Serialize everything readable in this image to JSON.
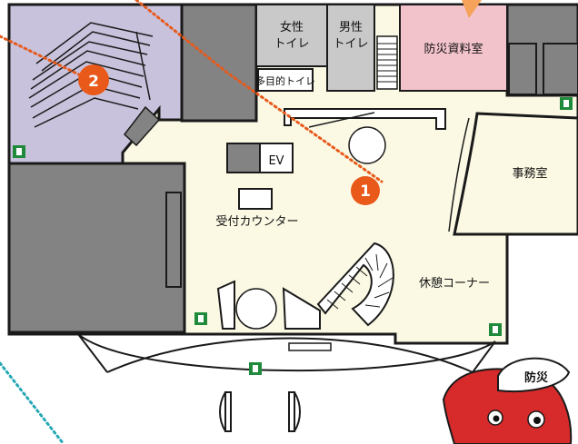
{
  "rooms": {
    "womens_toilet": [
      "女性",
      "トイレ"
    ],
    "mens_toilet": [
      "男性",
      "トイレ"
    ],
    "multipurpose_toilet": "多目的トイレ",
    "disaster_archive": "防災資料室",
    "elevator": "EV",
    "office": "事務室",
    "reception": "受付カウンター",
    "rest_corner": "休憩コーナー"
  },
  "markers": [
    {
      "id": "marker-1",
      "label": "1"
    },
    {
      "id": "marker-2",
      "label": "2"
    }
  ],
  "mascot": {
    "helmet_text": "防災"
  },
  "colors": {
    "floor": "#fbf9e4",
    "dark_room": "#838383",
    "theater": "#c8c2dc",
    "toilet": "#c9c9c9",
    "archive": "#f3c3cc",
    "marker": "#e8591a",
    "route_orange": "#e8591a",
    "route_teal": "#25a7b4",
    "exit_green": "#1f8a3b",
    "mascot_red": "#d72a2a"
  },
  "icons": [
    "emergency-exit-icon",
    "route-arrow-icon"
  ]
}
